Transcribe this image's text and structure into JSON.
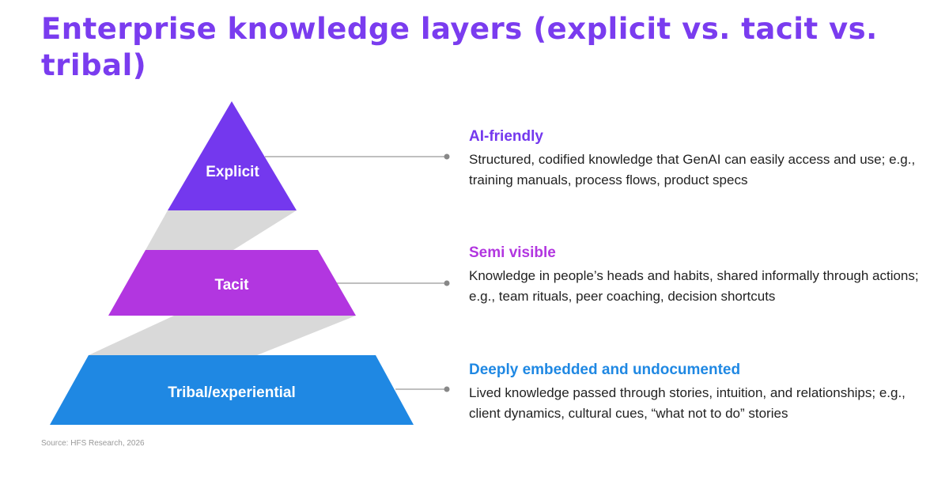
{
  "title": "Enterprise knowledge layers (explicit vs. tacit vs. tribal)",
  "layers": [
    {
      "label": "Explicit",
      "color": "#7438ee",
      "heading": "AI-friendly",
      "heading_color": "#7438ee",
      "description": "Structured, codified knowledge that GenAI can easily access and use; e.g., training manuals, process flows, product specs"
    },
    {
      "label": "Tacit",
      "color": "#b236e0",
      "heading": "Semi visible",
      "heading_color": "#b236e0",
      "description": "Knowledge in people’s heads and habits, shared informally through actions; e.g., team rituals, peer coaching, decision shortcuts"
    },
    {
      "label": "Tribal/experiential",
      "color": "#1f88e3",
      "heading": "Deeply embedded and undocumented",
      "heading_color": "#1f88e3",
      "description": "Lived knowledge passed through stories, intuition, and relationships; e.g., client dynamics, cultural cues, “what not to do” stories"
    }
  ],
  "colors": {
    "connector": "#aaaaaa",
    "shadow": "#d9d9d9"
  },
  "source": "Source: HFS Research, 2026"
}
